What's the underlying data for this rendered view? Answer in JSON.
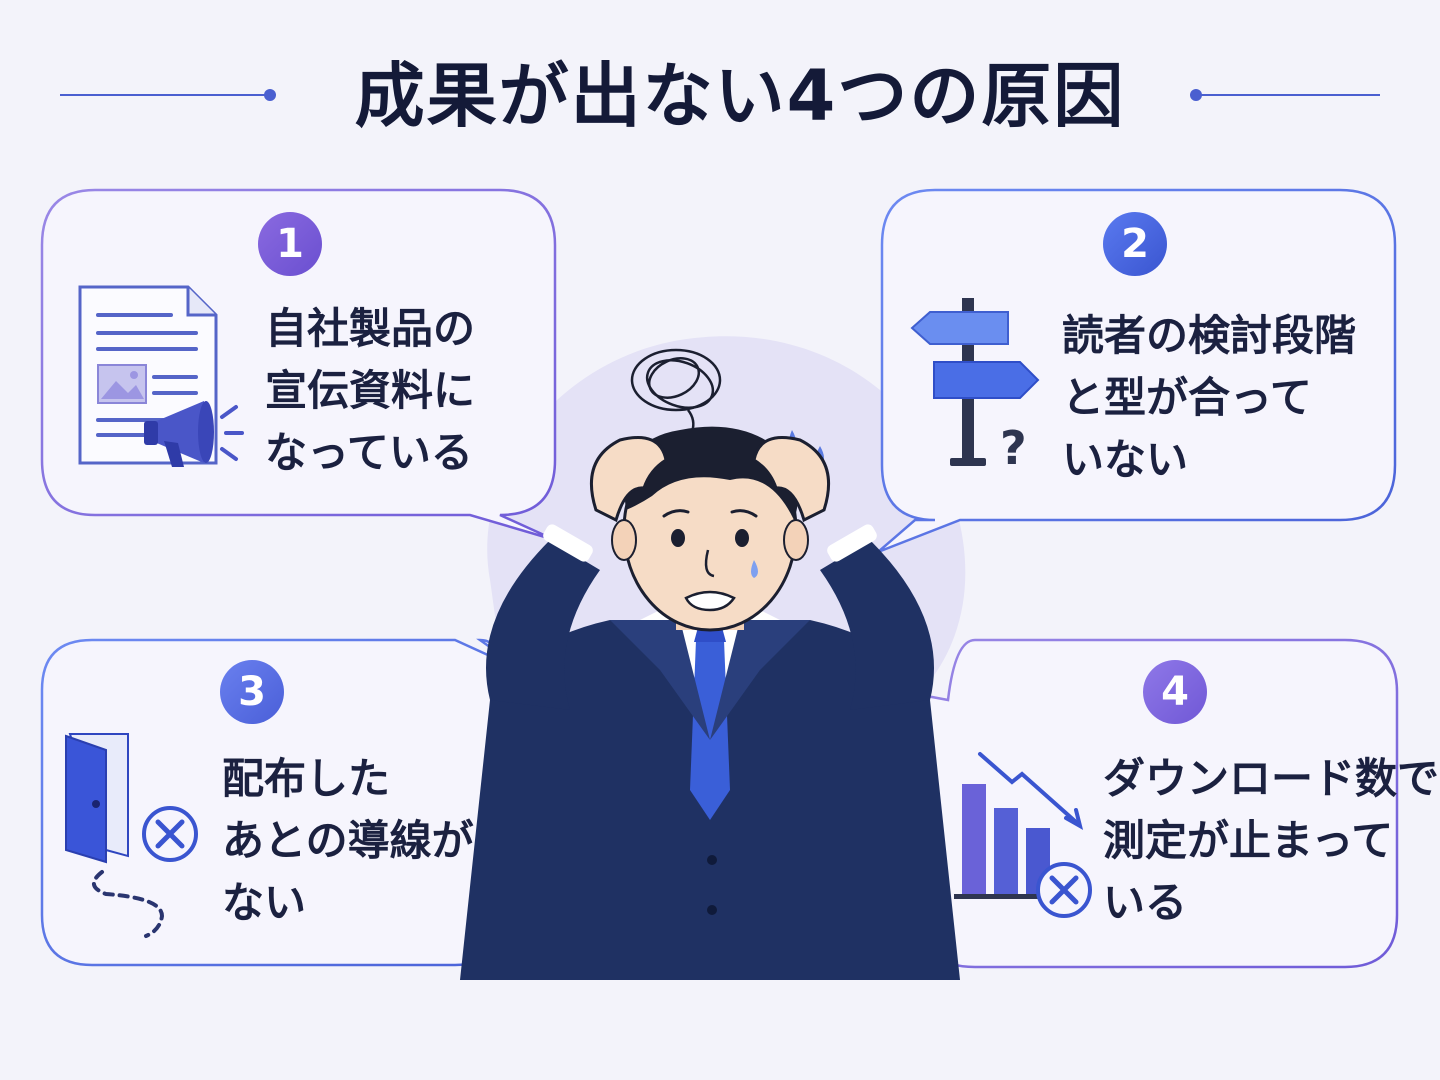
{
  "title": "成果が出ない4つの原因",
  "causes": [
    {
      "number": "1",
      "lines": [
        "自社製品の",
        "宣伝資料に",
        "なっている"
      ],
      "icon": "document-megaphone-icon"
    },
    {
      "number": "2",
      "lines": [
        "読者の検討段階",
        "と型が合って",
        "いない"
      ],
      "icon": "signpost-question-icon"
    },
    {
      "number": "3",
      "lines": [
        "配布した",
        "あとの導線が",
        "ない"
      ],
      "icon": "door-x-path-icon"
    },
    {
      "number": "4",
      "lines": [
        "ダウンロード数で",
        "測定が止まって",
        "いる"
      ],
      "icon": "declining-chart-x-icon"
    }
  ],
  "colors": {
    "accent_blue": "#4a5fd0",
    "accent_purple": "#7a5ed8",
    "suit_navy": "#1f3163",
    "background": "#f3f3fa"
  },
  "figure": {
    "icon": "stressed-businessman-icon"
  }
}
